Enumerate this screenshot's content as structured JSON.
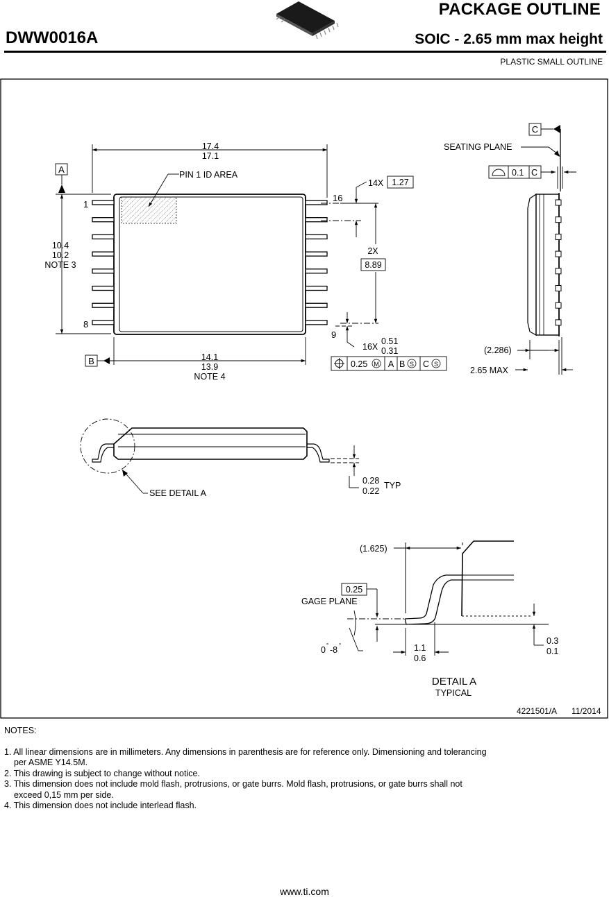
{
  "header": {
    "title": "PACKAGE OUTLINE",
    "code": "DWW0016A",
    "package": "SOIC - 2.65 mm max height",
    "description": "PLASTIC SMALL OUTLINE"
  },
  "drawing": {
    "datum_a": "A",
    "datum_b": "B",
    "datum_c": "C",
    "pin1_area": "PIN 1 ID AREA",
    "pin_1": "1",
    "pin_8": "8",
    "pin_9": "9",
    "pin_16": "16",
    "len_max": "17.4",
    "len_min": "17.1",
    "width_max": "10.4",
    "width_min": "10.2",
    "note3": "NOTE 3",
    "body_max": "14.1",
    "body_min": "13.9",
    "note4": "NOTE 4",
    "pitch_count": "14X",
    "pitch": "1.27",
    "span_count": "2X",
    "span": "8.89",
    "lead_count": "16X",
    "lead_max": "0.51",
    "lead_min": "0.31",
    "tol_value": "0.25",
    "tol_m": "M",
    "tol_a": "A",
    "tol_b": "B",
    "tol_c": "C",
    "tol_s": "S",
    "seating_plane": "SEATING PLANE",
    "flat_value": "0.1",
    "flat_datum": "C",
    "ref_height": "(2.286)",
    "max_height": "2.65 MAX",
    "see_detail": "SEE DETAIL A",
    "thk_max": "0.28",
    "thk_min": "0.22",
    "typ": "TYP",
    "ref_len": "(1.625)",
    "gage_value": "0.25",
    "gage_plane": "GAGE PLANE",
    "angle_start": "0",
    "angle_end": "-8",
    "foot_max": "1.1",
    "foot_min": "0.6",
    "stand_max": "0.3",
    "stand_min": "0.1",
    "detail_title": "DETAIL A",
    "detail_sub": "TYPICAL",
    "doc_no": "4221501/A",
    "doc_date": "11/2014"
  },
  "notes": {
    "heading": "NOTES:",
    "items": [
      "1. All linear dimensions are in millimeters. Any dimensions in parenthesis are for reference only. Dimensioning and tolerancing",
      "per ASME Y14.5M.",
      "2. This drawing is subject to change without notice.",
      "3. This dimension does not include mold flash, protrusions, or gate burrs. Mold flash, protrusions, or gate burrs shall not",
      "exceed 0,15 mm per side.",
      "4. This dimension does not include interlead flash."
    ]
  },
  "footer": {
    "url": "www.ti.com"
  }
}
